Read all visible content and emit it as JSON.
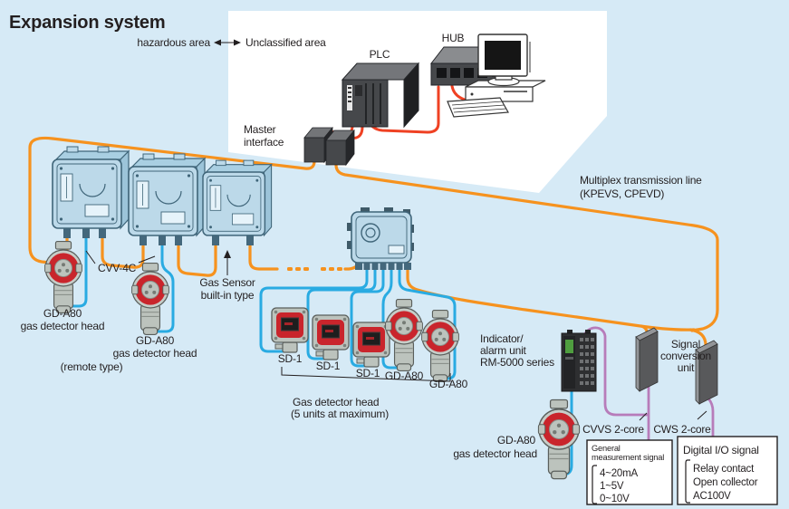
{
  "title": "Expansion system",
  "areas": {
    "hazardous": "hazardous area",
    "unclassified": "Unclassified area"
  },
  "top": {
    "plc": "PLC",
    "hub": "HUB",
    "master": [
      "Master",
      "interface"
    ]
  },
  "multiplex": [
    "Multiplex transmission line",
    "(KPEVS, CPEVD)"
  ],
  "left": {
    "cvv4c": "CVV-4C",
    "builtin": [
      "Gas Sensor",
      "built-in type"
    ],
    "det1": [
      "GD-A80",
      "gas detector head"
    ],
    "det2": [
      "GD-A80",
      "gas detector head"
    ],
    "remote": "(remote type)"
  },
  "group": {
    "sd": [
      "SD-1",
      "SD-1",
      "SD-1"
    ],
    "gd": [
      "GD-A80",
      "GD-A80"
    ],
    "caption": [
      "Gas detector head",
      "(5 units at maximum)"
    ]
  },
  "right": {
    "indicator": [
      "Indicator/",
      "alarm unit",
      "RM-5000 series"
    ],
    "det3": [
      "GD-A80",
      "gas detector head"
    ],
    "conversion": [
      "Signal",
      "conversion",
      "unit"
    ],
    "cvvs": "CVVS 2-core",
    "cws": "CWS 2-core",
    "general": {
      "title": [
        "General",
        "measurement signal"
      ],
      "items": [
        "4~20mA",
        "1~5V",
        "0~10V"
      ]
    },
    "digital": {
      "title": "Digital I/O signal",
      "items": [
        "Relay contact",
        "Open collector",
        "AC100V"
      ]
    }
  },
  "colors": {
    "background": "#d6eaf6",
    "area_white": "#ffffff",
    "text": "#231f20",
    "orange": "#f6921e",
    "red": "#ef4123",
    "blue": "#29abe2",
    "purple": "#b77cba",
    "device_dark": "#46484b",
    "device_mid": "#797b7e",
    "device_darker": "#232528",
    "unit_fill": "#bcd9e9",
    "unit_stroke": "#3f6579",
    "detector_gray": "#bcc3bd",
    "detector_red": "#c9252c",
    "screen_dark": "#1e1e1e",
    "rm_green": "#4f9e3f",
    "slab_face": "#58595b",
    "slab_edge": "#939598"
  }
}
